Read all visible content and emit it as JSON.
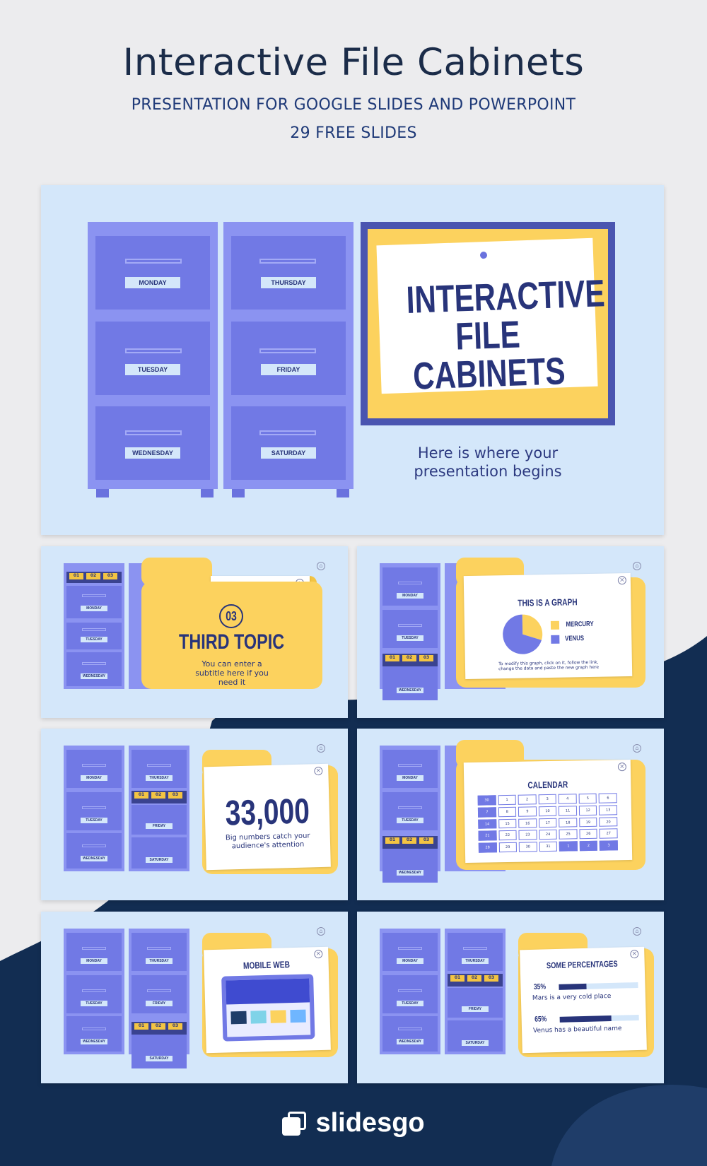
{
  "header": {
    "title": "Interactive File Cabinets",
    "subtitle": "PRESENTATION FOR GOOGLE SLIDES AND POWERPOINT",
    "count": "29 FREE SLIDES"
  },
  "main_slide": {
    "cab1": [
      "MONDAY",
      "TUESDAY",
      "WEDNESDAY"
    ],
    "cab2": [
      "THURSDAY",
      "FRIDAY",
      "SATURDAY"
    ],
    "title_line1": "INTERACTIVE",
    "title_line2": "FILE CABINETS",
    "tagline": "Here is where your presentation begins"
  },
  "topic": {
    "number": "03",
    "title": "THIRD TOPIC",
    "subtitle": "You can enter a subtitle here if you need it",
    "cab": [
      "MONDAY",
      "TUESDAY",
      "WEDNESDAY"
    ],
    "tabs": [
      "01",
      "02",
      "03"
    ]
  },
  "graph": {
    "title": "THIS IS A GRAPH",
    "legend": [
      "MERCURY",
      "VENUS"
    ],
    "note": "To modify this graph, click on it, follow the link, change the data and paste the new graph here",
    "cab": [
      "MONDAY",
      "TUESDAY",
      "WEDNESDAY"
    ],
    "tabs": [
      "01",
      "02",
      "03"
    ],
    "colors": {
      "mercury": "#fcd25e",
      "venus": "#7179e5"
    }
  },
  "chart_data": {
    "type": "pie",
    "categories": [
      "MERCURY",
      "VENUS"
    ],
    "values": [
      30,
      70
    ],
    "title": "THIS IS A GRAPH"
  },
  "big_number": {
    "value": "33,000",
    "caption": "Big numbers catch your audience's attention",
    "cab1": [
      "MONDAY",
      "TUESDAY",
      "WEDNESDAY"
    ],
    "cab2": [
      "THURSDAY",
      "FRIDAY",
      "SATURDAY"
    ],
    "tabs": [
      "01",
      "02",
      "03"
    ]
  },
  "calendar": {
    "title": "CALENDAR",
    "rows": [
      [
        "30",
        "1",
        "2",
        "3",
        "4",
        "5",
        "6"
      ],
      [
        "7",
        "8",
        "9",
        "10",
        "11",
        "12",
        "13"
      ],
      [
        "14",
        "15",
        "16",
        "17",
        "18",
        "19",
        "20"
      ],
      [
        "21",
        "22",
        "23",
        "24",
        "25",
        "26",
        "27"
      ],
      [
        "28",
        "29",
        "30",
        "31",
        "1",
        "2",
        "3"
      ]
    ],
    "cab": [
      "MONDAY",
      "TUESDAY",
      "WEDNESDAY"
    ],
    "tabs": [
      "01",
      "02",
      "03"
    ]
  },
  "mobile": {
    "title": "MOBILE WEB",
    "cab1": [
      "MONDAY",
      "TUESDAY",
      "WEDNESDAY"
    ],
    "cab2": [
      "THURSDAY",
      "FRIDAY",
      "SATURDAY"
    ],
    "tabs": [
      "01",
      "02",
      "03"
    ]
  },
  "percentages": {
    "title": "SOME PERCENTAGES",
    "items": [
      {
        "pct": "35%",
        "value": 0.35,
        "text": "Mars is a very cold place"
      },
      {
        "pct": "65%",
        "value": 0.65,
        "text": "Venus has a beautiful name"
      }
    ],
    "cab1": [
      "MONDAY",
      "TUESDAY",
      "WEDNESDAY"
    ],
    "cab2": [
      "THURSDAY",
      "FRIDAY",
      "SATURDAY"
    ],
    "tabs": [
      "01",
      "02",
      "03"
    ]
  },
  "brand": {
    "name": "slidesgo"
  }
}
